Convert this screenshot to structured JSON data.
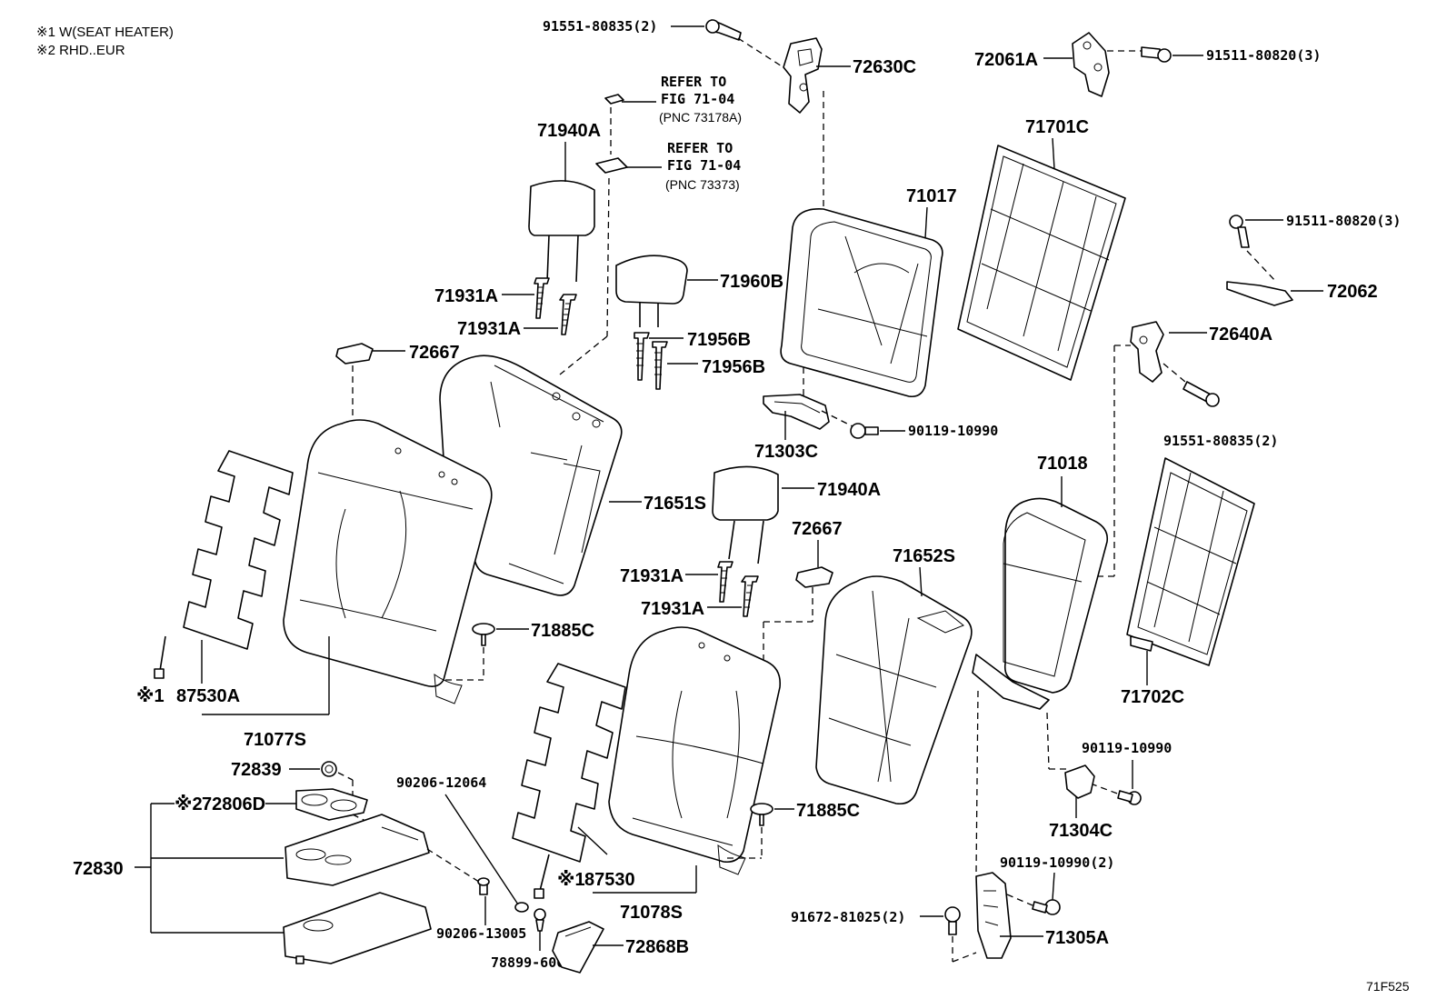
{
  "notes": {
    "n1": "※1 W(SEAT HEATER)",
    "n2": "※2 RHD..EUR"
  },
  "figure_code": "71F525",
  "refer_notes": [
    {
      "line1": "REFER TO",
      "line2": "FIG 71-04",
      "line3": "(PNC 73178A)"
    },
    {
      "line1": "REFER TO",
      "line2": "FIG 71-04",
      "line3": "(PNC 73373)"
    }
  ],
  "labels": {
    "p91551_80835_top": "91551-80835(2)",
    "p72630C": "72630C",
    "p72061A": "72061A",
    "p91511_80820_top": "91511-80820(3)",
    "p71940A_top": "71940A",
    "p71701C": "71701C",
    "p71017": "71017",
    "p91511_80820_mid": "91511-80820(3)",
    "p71960B": "71960B",
    "p72062": "72062",
    "p71931A_1": "71931A",
    "p71931A_2": "71931A",
    "p72640A": "72640A",
    "p71956B_1": "71956B",
    "p71956B_2": "71956B",
    "p72667_top": "72667",
    "p90119_10990_top": "90119-10990",
    "p71303C": "71303C",
    "p91551_80835_right": "91551-80835(2)",
    "p71018": "71018",
    "p71651S": "71651S",
    "p71940A_mid": "71940A",
    "p72667_mid": "72667",
    "p71652S": "71652S",
    "p71931A_3": "71931A",
    "p71931A_4": "71931A",
    "p71885C_1": "71885C",
    "p87530A": "87530A",
    "p87530A_mark": "※1",
    "p71702C": "71702C",
    "p71077S": "71077S",
    "p90119_10990_right": "90119-10990",
    "p72839": "72839",
    "p90206_12064": "90206-12064",
    "p72806D_mark": "※2",
    "p72806D": "72806D",
    "p71885C_2": "71885C",
    "p71304C": "71304C",
    "p72830": "72830",
    "p90119_10990_2": "90119-10990(2)",
    "p87530": "87530",
    "p87530_mark": "※1",
    "p71078S": "71078S",
    "p91672_81025": "91672-81025(2)",
    "p90206_13005": "90206-13005",
    "p72868B": "72868B",
    "p71305A": "71305A",
    "p78899_60070": "78899-60070"
  }
}
